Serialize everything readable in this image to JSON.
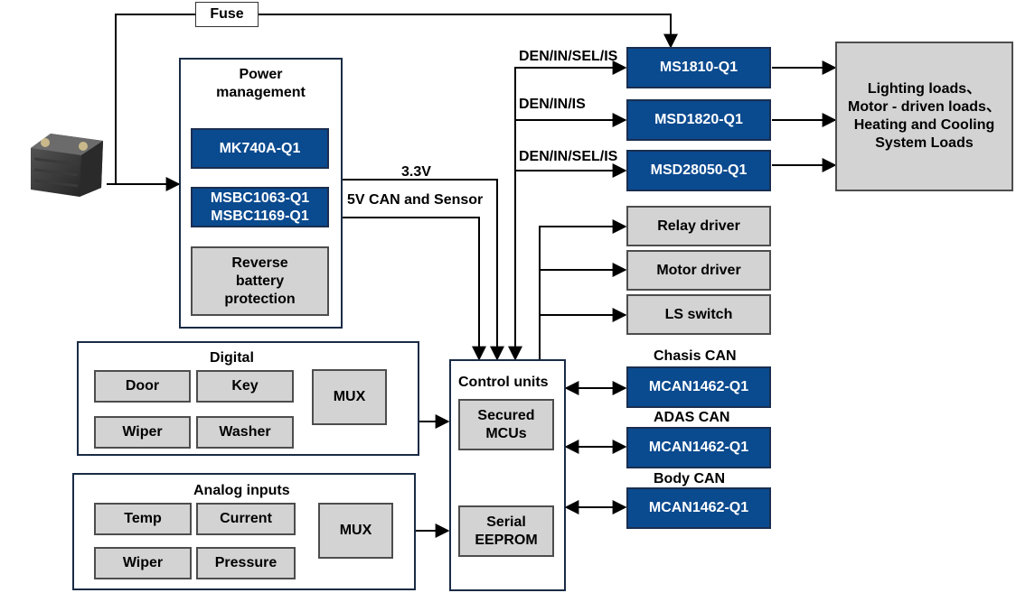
{
  "fuse": "Fuse",
  "power_management": {
    "title": "Power\nmanagement",
    "chips": [
      "MK740A-Q1",
      "MSBC1063-Q1\nMSBC1169-Q1"
    ],
    "reverse": "Reverse\nbattery\nprotection"
  },
  "rails": {
    "v33": "3.3V",
    "v5": "5V CAN and Sensor"
  },
  "signals": {
    "s1": "DEN/IN/SEL/IS",
    "s2": "DEN/IN/IS",
    "s3": "DEN/IN/SEL/IS"
  },
  "drivers": [
    "MS1810-Q1",
    "MSD1820-Q1",
    "MSD28050-Q1"
  ],
  "loads": "Lighting loads、\nMotor - driven loads、\nHeating and Cooling\nSystem Loads",
  "outputs": [
    "Relay driver",
    "Motor driver",
    "LS switch"
  ],
  "digital": {
    "title": "Digital",
    "inputs": [
      "Door",
      "Key",
      "Wiper",
      "Washer"
    ],
    "mux": "MUX"
  },
  "analog": {
    "title": "Analog inputs",
    "inputs": [
      "Temp",
      "Current",
      "Wiper",
      "Pressure"
    ],
    "mux": "MUX"
  },
  "control": {
    "title": "Control units",
    "mcu": "Secured\nMCUs",
    "eeprom": "Serial\nEEPROM"
  },
  "can": [
    {
      "label": "Chasis CAN",
      "chip": "MCAN1462-Q1"
    },
    {
      "label": "ADAS CAN",
      "chip": "MCAN1462-Q1"
    },
    {
      "label": "Body CAN",
      "chip": "MCAN1462-Q1"
    }
  ],
  "colors": {
    "chip_blue": "#0a4a8f",
    "block_gray": "#d3d3d3",
    "frame_navy": "#1a2b45"
  },
  "icons": {
    "battery": "battery-icon"
  }
}
